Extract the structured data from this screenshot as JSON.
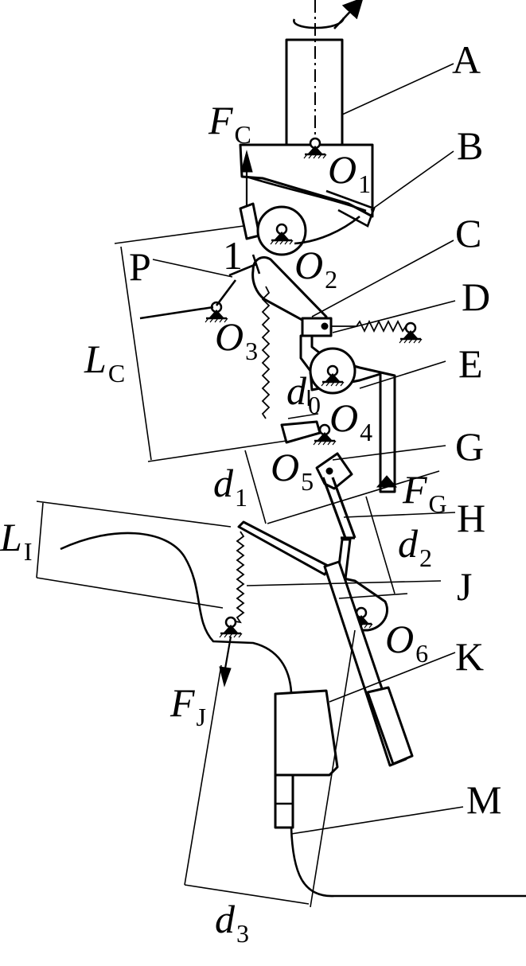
{
  "labels": {
    "A": "A",
    "B": "B",
    "C": "C",
    "D": "D",
    "E": "E",
    "G": "G",
    "H": "H",
    "J": "J",
    "K": "K",
    "M": "M",
    "P": "P",
    "one": "1"
  },
  "symbols": {
    "FC": {
      "main": "F",
      "sub": "C"
    },
    "FG": {
      "main": "F",
      "sub": "G"
    },
    "FJ": {
      "main": "F",
      "sub": "J"
    },
    "LC": {
      "main": "L",
      "sub": "C"
    },
    "LI": {
      "main": "L",
      "sub": "I"
    },
    "O1": {
      "main": "O",
      "sub": "1"
    },
    "O2": {
      "main": "O",
      "sub": "2"
    },
    "O3": {
      "main": "O",
      "sub": "3"
    },
    "O4": {
      "main": "O",
      "sub": "4"
    },
    "O5": {
      "main": "O",
      "sub": "5"
    },
    "O6": {
      "main": "O",
      "sub": "6"
    },
    "d0": {
      "main": "d",
      "sub": "0"
    },
    "d1": {
      "main": "d",
      "sub": "1"
    },
    "d2": {
      "main": "d",
      "sub": "2"
    },
    "d3": {
      "main": "d",
      "sub": "3"
    }
  }
}
